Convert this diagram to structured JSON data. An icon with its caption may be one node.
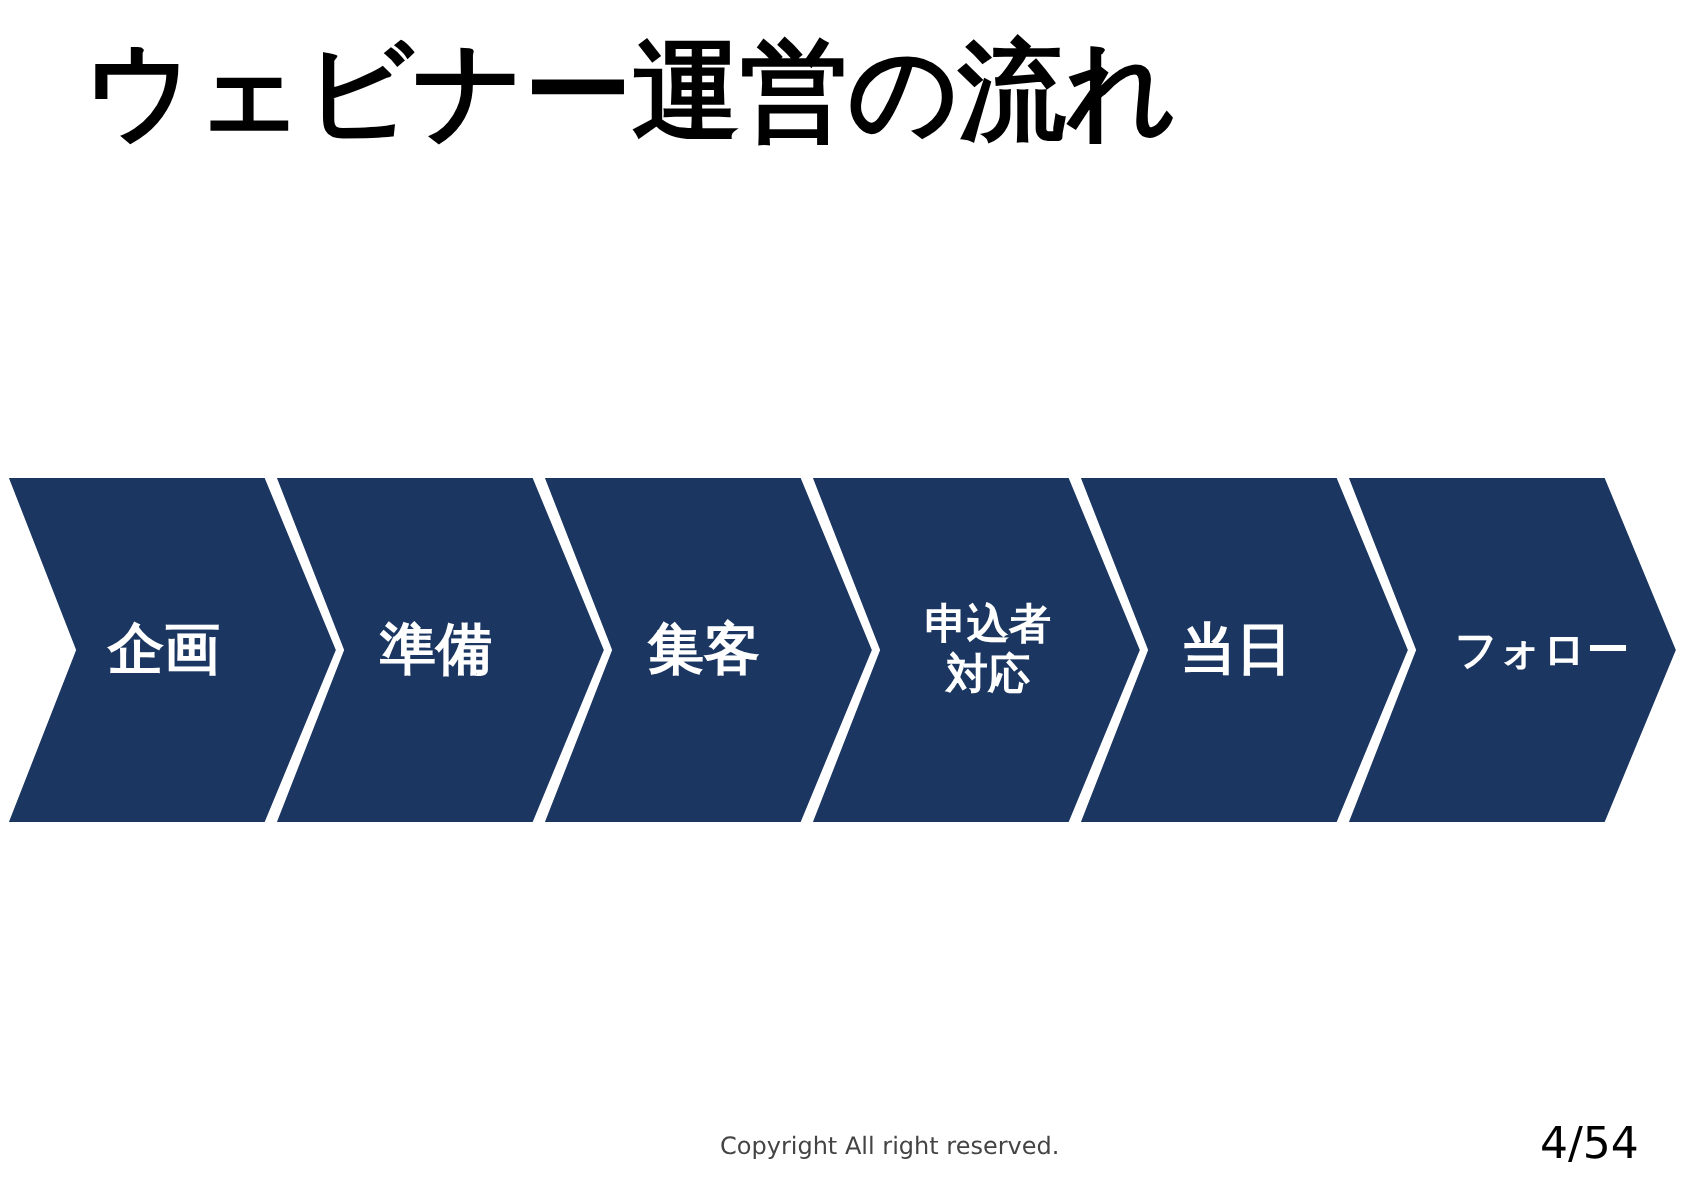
{
  "diagram": {
    "title": "ウェビナー運営の流れ",
    "nodes": [
      {
        "text": [
          "企画"
        ]
      },
      {
        "text": [
          "準備"
        ]
      },
      {
        "text": [
          "集客"
        ]
      },
      {
        "text": [
          "申込者対応"
        ]
      },
      {
        "text": [
          "当日"
        ]
      },
      {
        "text": [
          "フォロー"
        ]
      }
    ],
    "labels": [
      "Copyright All right reserved.",
      "4/54"
    ]
  }
}
